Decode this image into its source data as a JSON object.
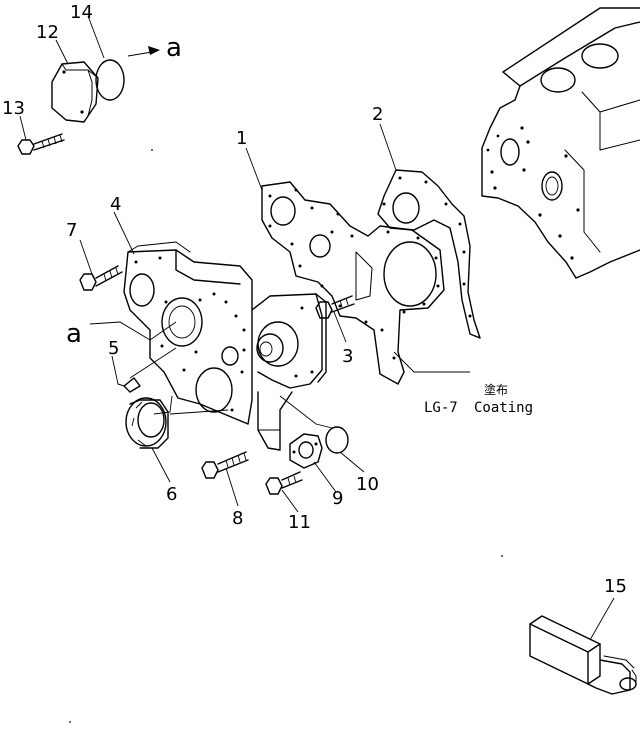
{
  "callouts": {
    "c1": "1",
    "c2": "2",
    "c3": "3",
    "c4": "4",
    "c5": "5",
    "c6": "6",
    "c7": "7",
    "c8": "8",
    "c9": "9",
    "c10": "10",
    "c11": "11",
    "c12": "12",
    "c13": "13",
    "c14": "14",
    "c15": "15",
    "a_top": "a",
    "a_left": "a"
  },
  "note": {
    "jp": "塗布",
    "code": "LG-7",
    "word": "Coating"
  }
}
